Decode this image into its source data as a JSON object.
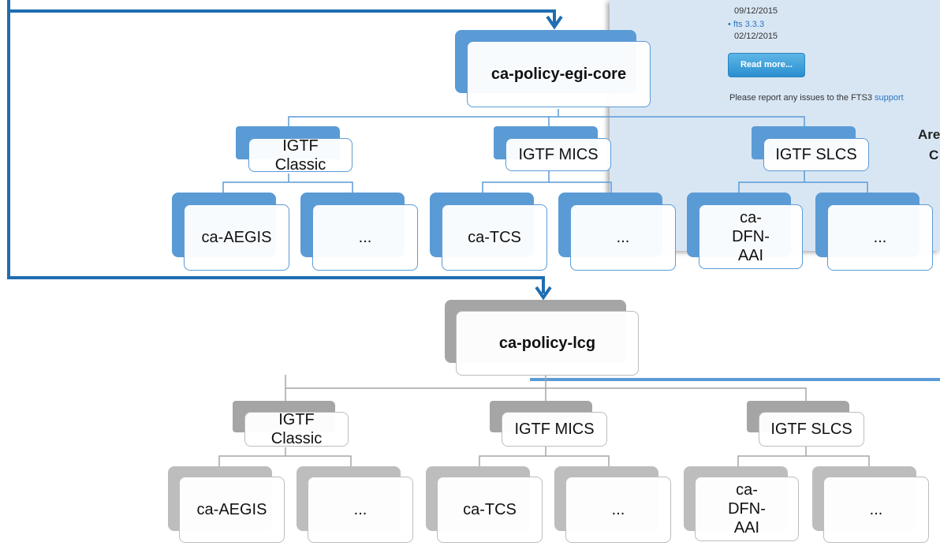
{
  "background_page": {
    "lines": [
      "09/12/2015",
      "fts 3.3.3",
      "02/12/2015"
    ],
    "read_more": "Read more...",
    "report_text": "Please report any issues to the FTS3",
    "report_link": "support",
    "partial_heading_1": "Are",
    "partial_heading_2": "C"
  },
  "tree_top": {
    "root": "ca-policy-egi-core",
    "categories": [
      "IGTF Classic",
      "IGTF MICS",
      "IGTF SLCS"
    ],
    "leaves": [
      "ca-AEGIS",
      "...",
      "ca-TCS",
      "...",
      "ca-DFN-AAI",
      "..."
    ]
  },
  "tree_bottom": {
    "root": "ca-policy-lcg",
    "categories": [
      "IGTF Classic",
      "IGTF MICS",
      "IGTF SLCS"
    ],
    "leaves": [
      "ca-AEGIS",
      "...",
      "ca-TCS",
      "...",
      "ca-DFN-AAI",
      "..."
    ]
  },
  "colors": {
    "blue": "#5b9bd5",
    "dark_blue": "#1f6db0",
    "grey": "#a5a5a5"
  }
}
